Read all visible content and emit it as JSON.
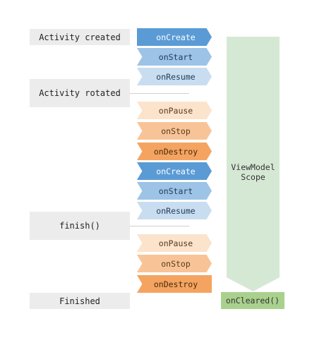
{
  "events": [
    {
      "id": "activity-created",
      "label": "Activity created"
    },
    {
      "id": "activity-rotated",
      "label": "Activity rotated"
    },
    {
      "id": "finish",
      "label": "finish()"
    },
    {
      "id": "finished",
      "label": "Finished"
    }
  ],
  "callbacks": [
    {
      "label": "onCreate"
    },
    {
      "label": "onStart"
    },
    {
      "label": "onResume"
    },
    {
      "label": "onPause"
    },
    {
      "label": "onStop"
    },
    {
      "label": "onDestroy"
    },
    {
      "label": "onCreate"
    },
    {
      "label": "onStart"
    },
    {
      "label": "onResume"
    },
    {
      "label": "onPause"
    },
    {
      "label": "onStop"
    },
    {
      "label": "onDestroy"
    }
  ],
  "scope": {
    "label_line1": "ViewModel",
    "label_line2": "Scope",
    "cleared_label": "onCleared()"
  },
  "colors": {
    "create_bg": "#5b9bd5",
    "create_text": "#ffffff",
    "start_bg": "#9dc3e6",
    "start_text": "#1f3b5a",
    "resume_bg": "#c9ddf0",
    "resume_text": "#1f3b5a",
    "pause_bg": "#fbe3cc",
    "pause_text": "#5a3a1a",
    "stop_bg": "#f8c497",
    "stop_text": "#5a3a1a",
    "destroy_bg": "#f4a460",
    "destroy_text": "#4a2a0a",
    "scope_bg": "#d5e8d4",
    "cleared_bg": "#a9d18e"
  }
}
